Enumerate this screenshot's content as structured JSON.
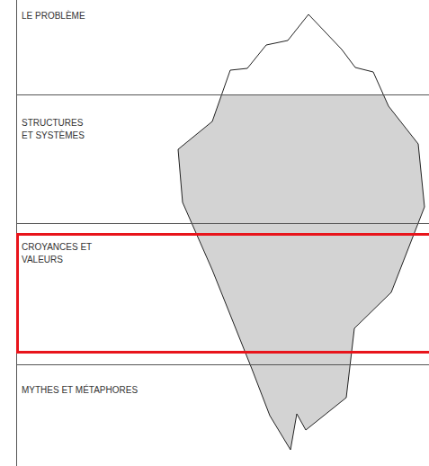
{
  "diagram": {
    "nodes": [
      {
        "text": [
          "LE PROBLÈME"
        ]
      },
      {
        "text": [
          "STRUCTURES ET SYSTÈMES"
        ]
      },
      {
        "text": [
          "CROYANCES ET VALEURS"
        ]
      },
      {
        "text": [
          "MYTHES ET MÉTAPHORES"
        ]
      }
    ]
  }
}
